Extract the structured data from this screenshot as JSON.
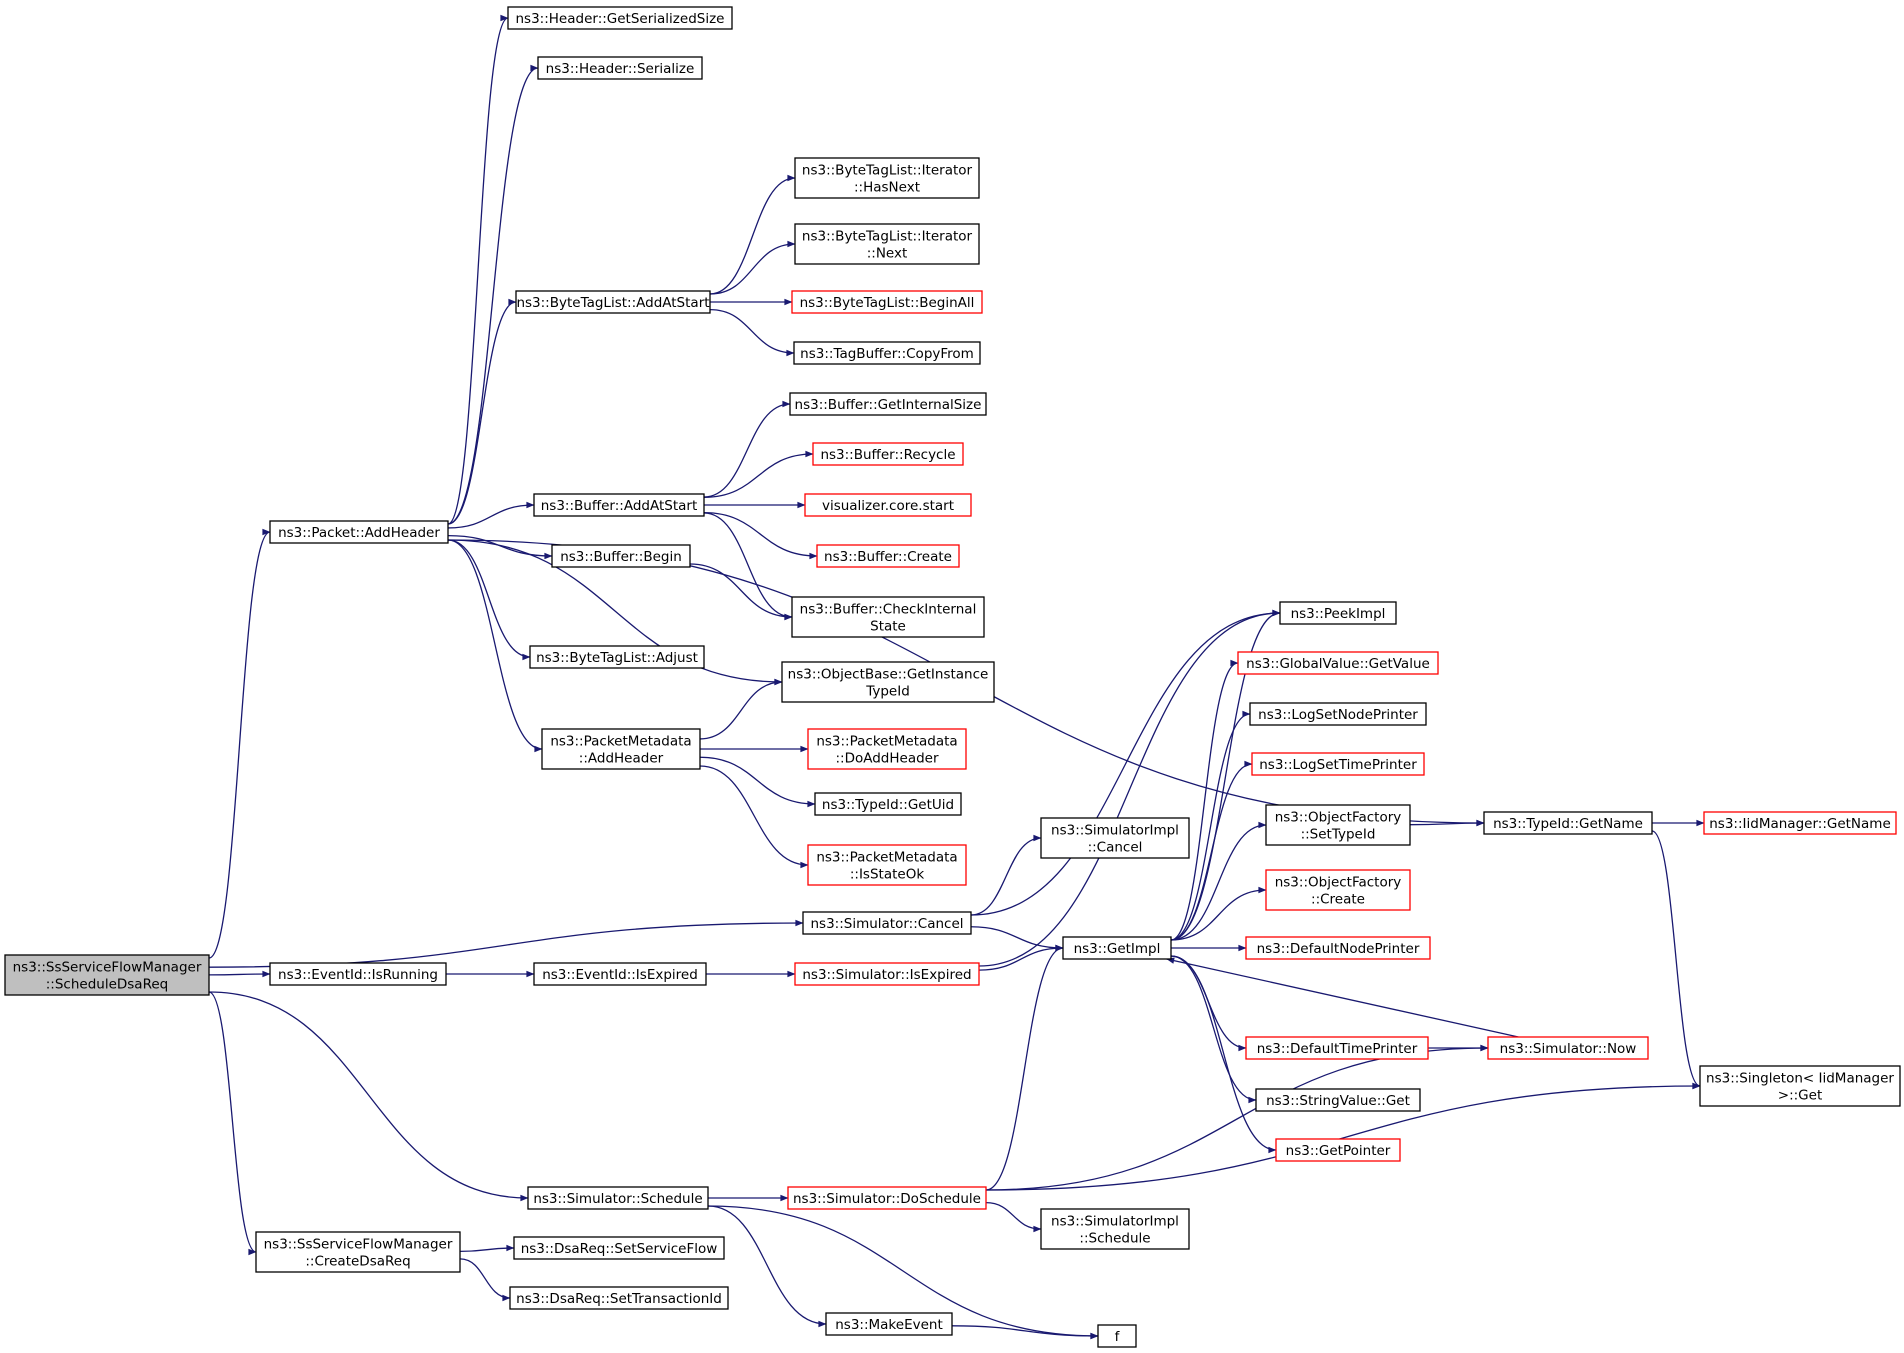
{
  "colors": {
    "edge": "#191970",
    "border": "#000000",
    "border_alt": "#ff0000",
    "root_fill": "#bfbfbf",
    "node_fill": "#ffffff",
    "text": "#000000"
  },
  "nodes": [
    {
      "id": "root",
      "lines": [
        "ns3::SsServiceFlowManager",
        "::ScheduleDsaReq"
      ],
      "style": "root"
    },
    {
      "id": "packet_addheader",
      "lines": [
        "ns3::Packet::AddHeader"
      ],
      "style": "normal"
    },
    {
      "id": "eventid_isrunning",
      "lines": [
        "ns3::EventId::IsRunning"
      ],
      "style": "normal"
    },
    {
      "id": "sfm_createdsareq",
      "lines": [
        "ns3::SsServiceFlowManager",
        "::CreateDsaReq"
      ],
      "style": "normal"
    },
    {
      "id": "header_getserializedsize",
      "lines": [
        "ns3::Header::GetSerializedSize"
      ],
      "style": "normal"
    },
    {
      "id": "header_serialize",
      "lines": [
        "ns3::Header::Serialize"
      ],
      "style": "normal"
    },
    {
      "id": "bytetaglist_addatstart",
      "lines": [
        "ns3::ByteTagList::AddAtStart"
      ],
      "style": "normal"
    },
    {
      "id": "buffer_addatstart",
      "lines": [
        "ns3::Buffer::AddAtStart"
      ],
      "style": "normal"
    },
    {
      "id": "buffer_begin",
      "lines": [
        "ns3::Buffer::Begin"
      ],
      "style": "normal"
    },
    {
      "id": "bytetaglist_adjust",
      "lines": [
        "ns3::ByteTagList::Adjust"
      ],
      "style": "normal"
    },
    {
      "id": "packetmetadata_addheader",
      "lines": [
        "ns3::PacketMetadata",
        "::AddHeader"
      ],
      "style": "normal"
    },
    {
      "id": "eventid_isexpired",
      "lines": [
        "ns3::EventId::IsExpired"
      ],
      "style": "normal"
    },
    {
      "id": "simulator_schedule",
      "lines": [
        "ns3::Simulator::Schedule"
      ],
      "style": "normal"
    },
    {
      "id": "dsareq_setserviceflow",
      "lines": [
        "ns3::DsaReq::SetServiceFlow"
      ],
      "style": "normal"
    },
    {
      "id": "dsareq_settransactionid",
      "lines": [
        "ns3::DsaReq::SetTransactionId"
      ],
      "style": "normal"
    },
    {
      "id": "bytetaglist_iterator_hasnext",
      "lines": [
        "ns3::ByteTagList::Iterator",
        "::HasNext"
      ],
      "style": "normal"
    },
    {
      "id": "bytetaglist_iterator_next",
      "lines": [
        "ns3::ByteTagList::Iterator",
        "::Next"
      ],
      "style": "normal"
    },
    {
      "id": "bytetaglist_beginall",
      "lines": [
        "ns3::ByteTagList::BeginAll"
      ],
      "style": "red"
    },
    {
      "id": "tagbuffer_copyfrom",
      "lines": [
        "ns3::TagBuffer::CopyFrom"
      ],
      "style": "normal"
    },
    {
      "id": "buffer_getinternalsize",
      "lines": [
        "ns3::Buffer::GetInternalSize"
      ],
      "style": "normal"
    },
    {
      "id": "buffer_recycle",
      "lines": [
        "ns3::Buffer::Recycle"
      ],
      "style": "red"
    },
    {
      "id": "visualizer_core_start",
      "lines": [
        "visualizer.core.start"
      ],
      "style": "red"
    },
    {
      "id": "buffer_create",
      "lines": [
        "ns3::Buffer::Create"
      ],
      "style": "red"
    },
    {
      "id": "buffer_checkinternalstate",
      "lines": [
        "ns3::Buffer::CheckInternal",
        "State"
      ],
      "style": "normal"
    },
    {
      "id": "objectbase_getinstancetypeid",
      "lines": [
        "ns3::ObjectBase::GetInstance",
        "TypeId"
      ],
      "style": "normal"
    },
    {
      "id": "packetmetadata_doaddheader",
      "lines": [
        "ns3::PacketMetadata",
        "::DoAddHeader"
      ],
      "style": "red"
    },
    {
      "id": "typeid_getuid",
      "lines": [
        "ns3::TypeId::GetUid"
      ],
      "style": "normal"
    },
    {
      "id": "packetmetadata_isstateok",
      "lines": [
        "ns3::PacketMetadata",
        "::IsStateOk"
      ],
      "style": "red"
    },
    {
      "id": "simulator_cancel",
      "lines": [
        "ns3::Simulator::Cancel"
      ],
      "style": "normal"
    },
    {
      "id": "simulator_isexpired",
      "lines": [
        "ns3::Simulator::IsExpired"
      ],
      "style": "red"
    },
    {
      "id": "simulator_doschedule",
      "lines": [
        "ns3::Simulator::DoSchedule"
      ],
      "style": "red"
    },
    {
      "id": "makeevent",
      "lines": [
        "ns3::MakeEvent"
      ],
      "style": "normal"
    },
    {
      "id": "f",
      "lines": [
        "f"
      ],
      "style": "normal"
    },
    {
      "id": "simulatorimpl_cancel",
      "lines": [
        "ns3::SimulatorImpl",
        "::Cancel"
      ],
      "style": "normal"
    },
    {
      "id": "getimpl",
      "lines": [
        "ns3::GetImpl"
      ],
      "style": "normal"
    },
    {
      "id": "simulatorimpl_schedule",
      "lines": [
        "ns3::SimulatorImpl",
        "::Schedule"
      ],
      "style": "normal"
    },
    {
      "id": "peekimpl",
      "lines": [
        "ns3::PeekImpl"
      ],
      "style": "normal"
    },
    {
      "id": "globalvalue_getvalue",
      "lines": [
        "ns3::GlobalValue::GetValue"
      ],
      "style": "red"
    },
    {
      "id": "logsetnodeprinter",
      "lines": [
        "ns3::LogSetNodePrinter"
      ],
      "style": "normal"
    },
    {
      "id": "logsettimeprinter",
      "lines": [
        "ns3::LogSetTimePrinter"
      ],
      "style": "red"
    },
    {
      "id": "objectfactory_settypeid",
      "lines": [
        "ns3::ObjectFactory",
        "::SetTypeId"
      ],
      "style": "normal"
    },
    {
      "id": "objectfactory_create",
      "lines": [
        "ns3::ObjectFactory",
        "::Create"
      ],
      "style": "red"
    },
    {
      "id": "defaultnodeprinter",
      "lines": [
        "ns3::DefaultNodePrinter"
      ],
      "style": "red"
    },
    {
      "id": "defaulttimeprinter",
      "lines": [
        "ns3::DefaultTimePrinter"
      ],
      "style": "red"
    },
    {
      "id": "stringvalue_get",
      "lines": [
        "ns3::StringValue::Get"
      ],
      "style": "normal"
    },
    {
      "id": "getpointer",
      "lines": [
        "ns3::GetPointer"
      ],
      "style": "red"
    },
    {
      "id": "simulator_now",
      "lines": [
        "ns3::Simulator::Now"
      ],
      "style": "red"
    },
    {
      "id": "typeid_getname",
      "lines": [
        "ns3::TypeId::GetName"
      ],
      "style": "normal"
    },
    {
      "id": "iidmanager_getname",
      "lines": [
        "ns3::IidManager::GetName"
      ],
      "style": "red"
    },
    {
      "id": "singleton_get",
      "lines": [
        "ns3::Singleton< IidManager",
        ">::Get"
      ],
      "style": "normal"
    }
  ],
  "edges": [
    [
      "root",
      "packet_addheader"
    ],
    [
      "root",
      "eventid_isrunning"
    ],
    [
      "root",
      "sfm_createdsareq"
    ],
    [
      "root",
      "simulator_schedule"
    ],
    [
      "root",
      "simulator_cancel"
    ],
    [
      "packet_addheader",
      "header_getserializedsize"
    ],
    [
      "packet_addheader",
      "header_serialize"
    ],
    [
      "packet_addheader",
      "bytetaglist_addatstart"
    ],
    [
      "packet_addheader",
      "buffer_addatstart"
    ],
    [
      "packet_addheader",
      "buffer_begin"
    ],
    [
      "packet_addheader",
      "bytetaglist_adjust"
    ],
    [
      "packet_addheader",
      "packetmetadata_addheader"
    ],
    [
      "packet_addheader",
      "objectbase_getinstancetypeid"
    ],
    [
      "packet_addheader",
      "typeid_getname"
    ],
    [
      "bytetaglist_addatstart",
      "bytetaglist_iterator_hasnext"
    ],
    [
      "bytetaglist_addatstart",
      "bytetaglist_iterator_next"
    ],
    [
      "bytetaglist_addatstart",
      "bytetaglist_beginall"
    ],
    [
      "bytetaglist_addatstart",
      "tagbuffer_copyfrom"
    ],
    [
      "buffer_addatstart",
      "buffer_getinternalsize"
    ],
    [
      "buffer_addatstart",
      "buffer_recycle"
    ],
    [
      "buffer_addatstart",
      "visualizer_core_start"
    ],
    [
      "buffer_addatstart",
      "buffer_create"
    ],
    [
      "buffer_addatstart",
      "buffer_checkinternalstate"
    ],
    [
      "buffer_begin",
      "buffer_checkinternalstate"
    ],
    [
      "packetmetadata_addheader",
      "objectbase_getinstancetypeid"
    ],
    [
      "packetmetadata_addheader",
      "packetmetadata_doaddheader"
    ],
    [
      "packetmetadata_addheader",
      "typeid_getuid"
    ],
    [
      "packetmetadata_addheader",
      "packetmetadata_isstateok"
    ],
    [
      "eventid_isrunning",
      "eventid_isexpired"
    ],
    [
      "eventid_isexpired",
      "simulator_isexpired"
    ],
    [
      "simulator_isexpired",
      "getimpl"
    ],
    [
      "simulator_isexpired",
      "peekimpl"
    ],
    [
      "simulator_cancel",
      "simulatorimpl_cancel"
    ],
    [
      "simulator_cancel",
      "getimpl"
    ],
    [
      "simulator_cancel",
      "peekimpl"
    ],
    [
      "sfm_createdsareq",
      "dsareq_setserviceflow"
    ],
    [
      "sfm_createdsareq",
      "dsareq_settransactionid"
    ],
    [
      "simulator_schedule",
      "simulator_doschedule"
    ],
    [
      "simulator_schedule",
      "makeevent"
    ],
    [
      "simulator_schedule",
      "f"
    ],
    [
      "makeevent",
      "f"
    ],
    [
      "simulator_doschedule",
      "getimpl"
    ],
    [
      "simulator_doschedule",
      "simulatorimpl_schedule"
    ],
    [
      "simulator_doschedule",
      "simulator_now"
    ],
    [
      "simulator_doschedule",
      "singleton_get"
    ],
    [
      "getimpl",
      "peekimpl"
    ],
    [
      "getimpl",
      "globalvalue_getvalue"
    ],
    [
      "getimpl",
      "logsetnodeprinter"
    ],
    [
      "getimpl",
      "logsettimeprinter"
    ],
    [
      "getimpl",
      "objectfactory_settypeid"
    ],
    [
      "getimpl",
      "objectfactory_create"
    ],
    [
      "getimpl",
      "defaultnodeprinter"
    ],
    [
      "getimpl",
      "defaulttimeprinter"
    ],
    [
      "getimpl",
      "stringvalue_get"
    ],
    [
      "getimpl",
      "getpointer"
    ],
    [
      "defaulttimeprinter",
      "simulator_now"
    ],
    [
      "simulator_now",
      "getimpl"
    ],
    [
      "objectfactory_settypeid",
      "typeid_getname"
    ],
    [
      "typeid_getname",
      "iidmanager_getname"
    ],
    [
      "typeid_getname",
      "singleton_get"
    ]
  ]
}
